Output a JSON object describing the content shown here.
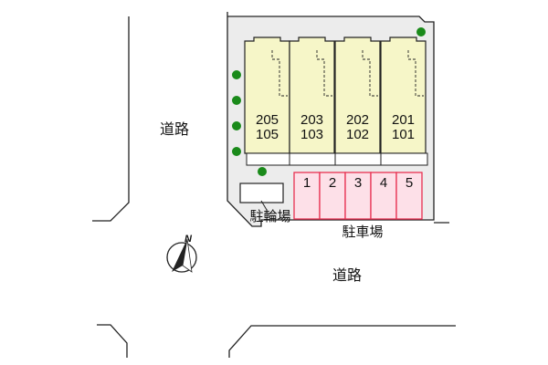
{
  "roads": {
    "west_label": "道路",
    "south_label": "道路"
  },
  "units": [
    {
      "upper": "205",
      "lower": "105"
    },
    {
      "upper": "203",
      "lower": "103"
    },
    {
      "upper": "202",
      "lower": "102"
    },
    {
      "upper": "201",
      "lower": "101"
    }
  ],
  "parking": {
    "label": "駐車場",
    "spaces": [
      "1",
      "2",
      "3",
      "4",
      "5"
    ]
  },
  "bicycle_parking": {
    "label": "駐輪場"
  },
  "compass": {
    "label": "N"
  },
  "colors": {
    "building_fill": "#f6f6c8",
    "site_fill": "#ececec",
    "parking_fill": "#fde0e8",
    "parking_line": "#e83050",
    "tree": "#1a8a1a",
    "line": "#222222"
  }
}
